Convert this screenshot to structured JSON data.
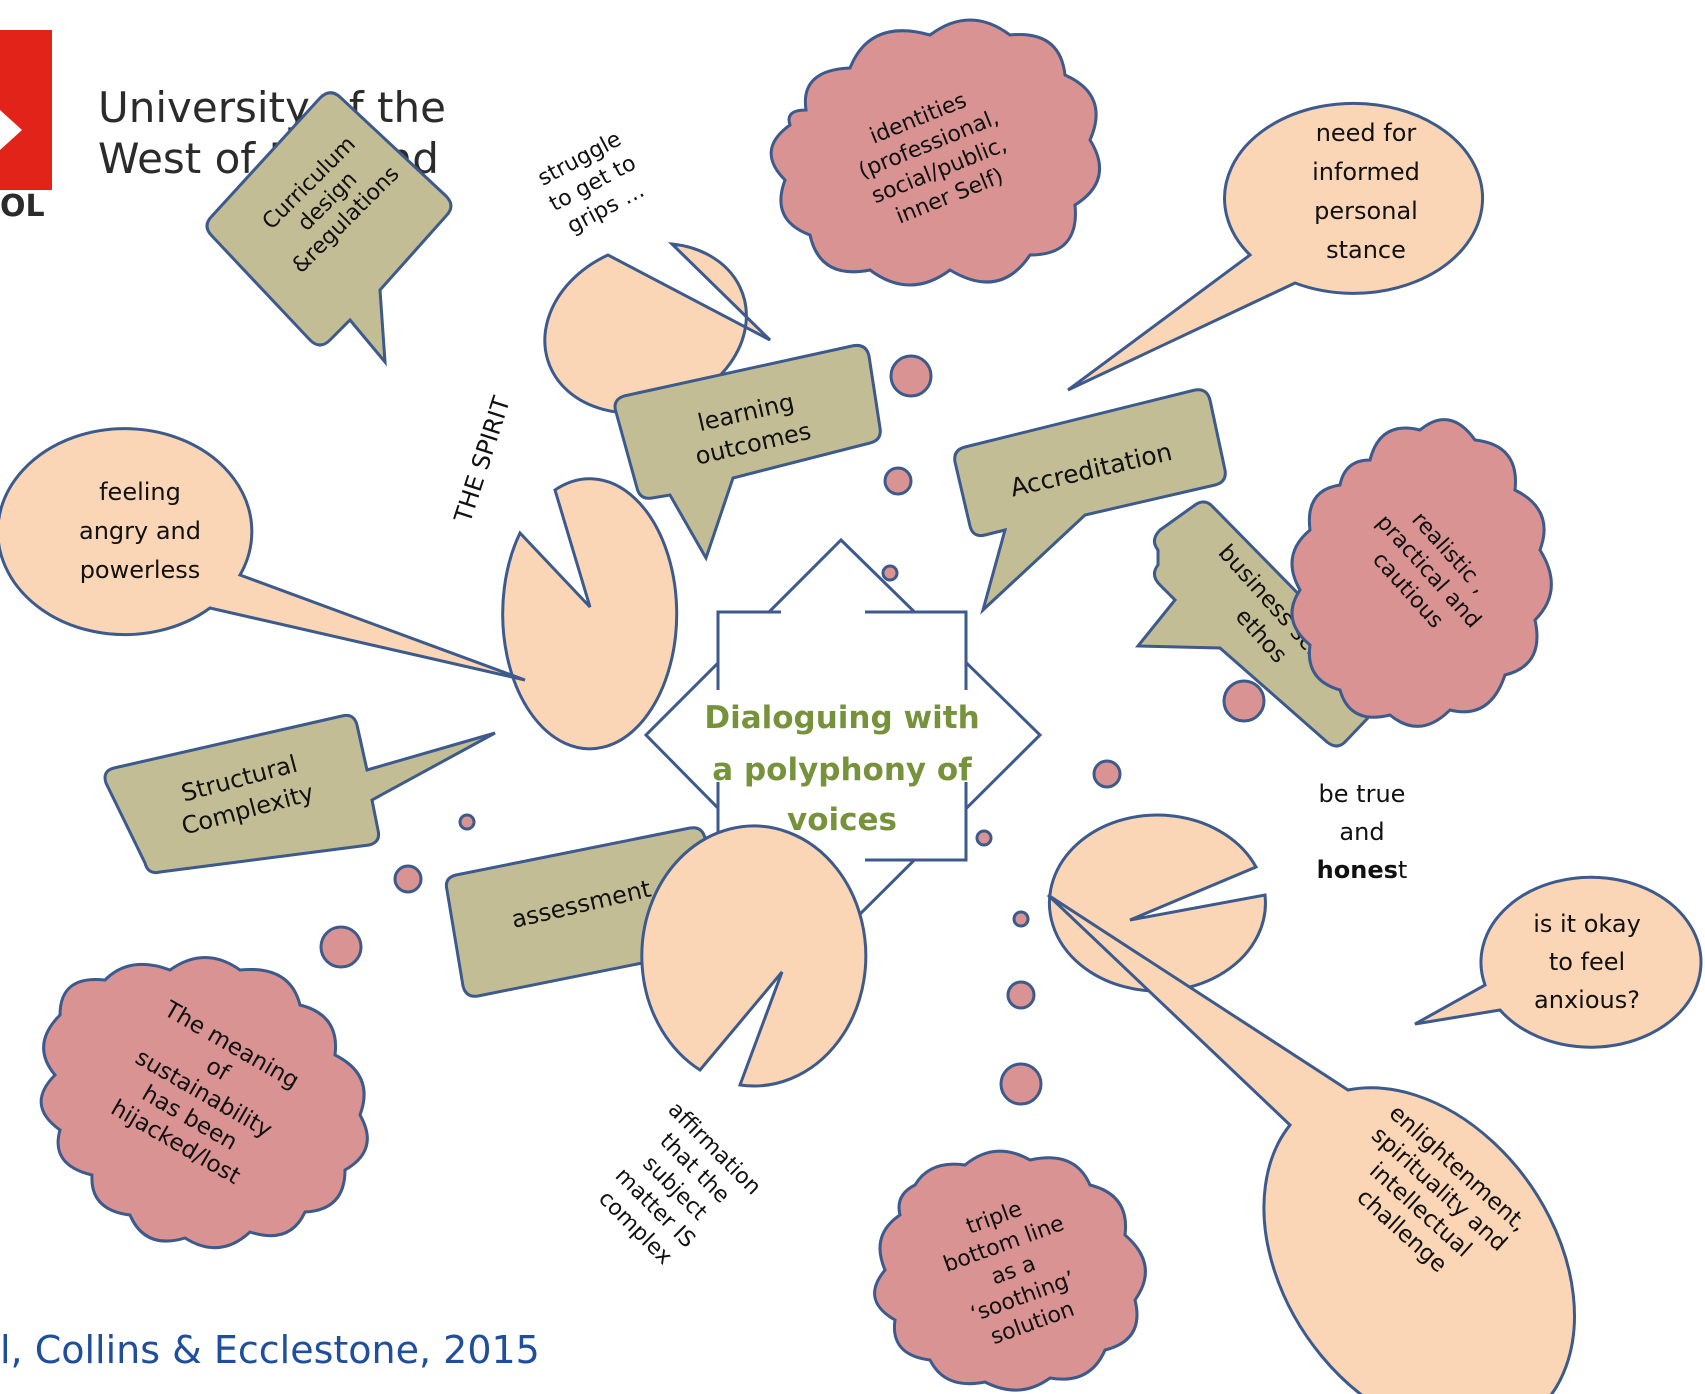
{
  "logo": {
    "university_line1": "University of the",
    "university_line2": "West of England",
    "fragment": "OL"
  },
  "citation": "l, Collins & Ecclestone, 2015",
  "center": {
    "line1": "Dialoguing with",
    "line2": "a polyphony of",
    "line3": "voices"
  },
  "voices": {
    "curriculum": [
      "Curriculum",
      "design",
      "&regulations"
    ],
    "struggle": [
      "struggle",
      "to get to",
      "grips …"
    ],
    "identities": [
      "identities",
      "(professional,",
      "social/public,",
      "inner Self)"
    ],
    "informed": [
      "need for",
      "informed",
      "personal",
      "stance"
    ],
    "spirit": [
      "THE SPIRIT"
    ],
    "learning": [
      "learning",
      "outcomes"
    ],
    "accreditation": [
      "Accreditation"
    ],
    "feeling": [
      "feeling",
      "angry and",
      "powerless"
    ],
    "business": [
      "business school",
      "ethos"
    ],
    "realistic": [
      "realistic ,",
      "practical  and",
      "cautious"
    ],
    "structural": [
      "Structural",
      "Complexity"
    ],
    "assessment": [
      "assessment"
    ],
    "true_honest": {
      "line1": "be true",
      "line2": "and",
      "bold": "hones",
      "rest": "t"
    },
    "anxious": [
      "is it okay",
      "to feel",
      "anxious?"
    ],
    "sustainability": [
      "The meaning",
      "of",
      "sustainability",
      "has been",
      "hijacked/lost"
    ],
    "affirmation": [
      "affirmation",
      "that the",
      "subject",
      "matter IS",
      "complex"
    ],
    "triple": [
      "triple",
      "bottom line",
      "as a",
      "‘soothing’",
      "solution"
    ],
    "enlightenment": [
      "enlightenment,",
      "spirituality and",
      "intellectual",
      "challenge"
    ]
  },
  "colors": {
    "peach": "#fad5b6",
    "olive": "#c3bd96",
    "pink": "#d99392",
    "outline": "#3d5a8c",
    "center_text": "#76933c",
    "logo_red": "#e2231a",
    "citation_blue": "#1f4e9c"
  }
}
